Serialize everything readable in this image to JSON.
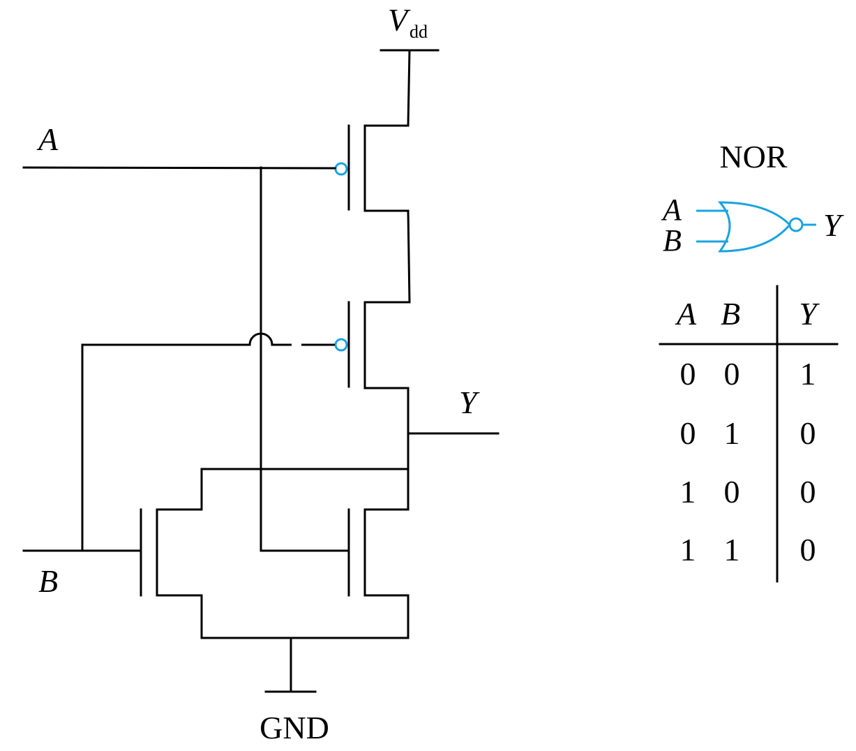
{
  "labels": {
    "vdd_main": "V",
    "vdd_sub": "dd",
    "gnd": "GND",
    "input_a": "A",
    "input_b": "B",
    "output_y": "Y"
  },
  "gate_symbol": {
    "title": "NOR",
    "input_a": "A",
    "input_b": "B",
    "output": "Y"
  },
  "truth_table": {
    "headers": [
      "A",
      "B",
      "Y"
    ],
    "rows": [
      [
        "0",
        "0",
        "1"
      ],
      [
        "0",
        "1",
        "0"
      ],
      [
        "1",
        "0",
        "0"
      ],
      [
        "1",
        "1",
        "0"
      ]
    ]
  },
  "colors": {
    "wire": "#000000",
    "highlight": "#1aa3df"
  }
}
